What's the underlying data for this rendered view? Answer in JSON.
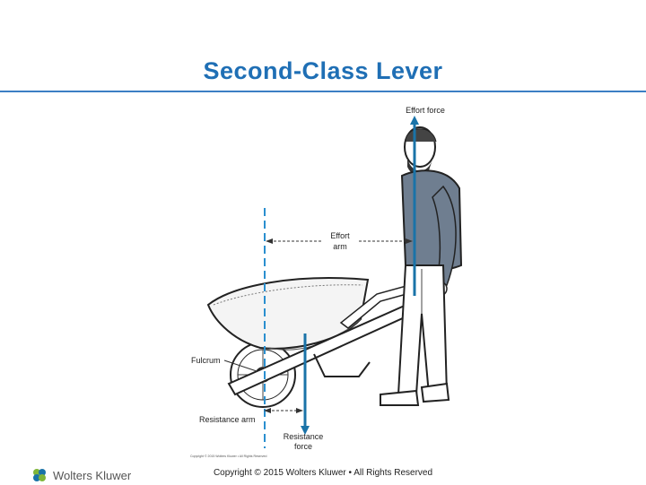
{
  "slide": {
    "title": "Second-Class Lever",
    "copyright": "Copyright © 2015 Wolters Kluwer • All Rights Reserved",
    "logo_text": "Wolters Kluwer"
  },
  "diagram": {
    "labels": {
      "effort_force": "Effort force",
      "effort_arm_1": "Effort",
      "effort_arm_2": "arm",
      "fulcrum": "Fulcrum",
      "resistance_arm": "Resistance arm",
      "resistance_force_1": "Resistance",
      "resistance_force_2": "force",
      "image_credit": "Copyright © 2015 Wolters Kluwer • All Rights Reserved"
    },
    "colors": {
      "arrow": "#1a73a8",
      "title": "#1f6fb5",
      "dashed": "#2a8fcf"
    }
  }
}
